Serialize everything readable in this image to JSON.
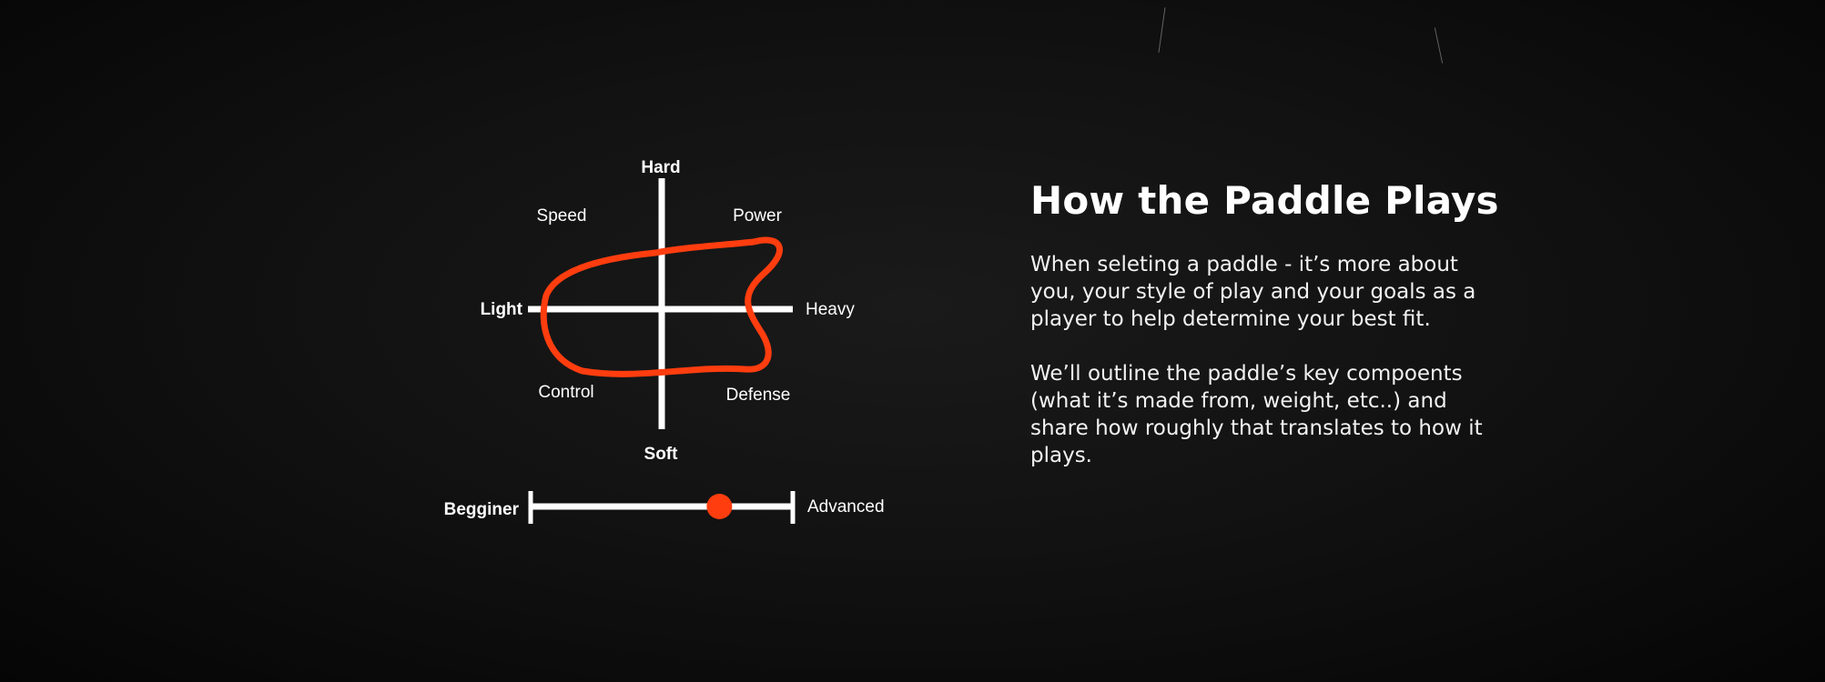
{
  "diagram": {
    "axes": {
      "top": "Hard",
      "bottom": "Soft",
      "left": "Light",
      "right": "Heavy"
    },
    "quadrants": {
      "top_left": "Speed",
      "top_right": "Power",
      "bottom_left": "Control",
      "bottom_right": "Defense"
    },
    "level_slider": {
      "min_label": "Begginer",
      "max_label": "Advanced",
      "value": 0.72
    },
    "colors": {
      "accent": "#ff3d0f",
      "lines": "#ffffff",
      "background": "#111111"
    }
  },
  "content": {
    "heading": "How the Paddle Plays",
    "paragraph_1": "When seleting a paddle - it’s more about you, your style of play and your goals as a player to help determine your best fit.",
    "paragraph_2": "We’ll outline the paddle’s key compoents (what it’s made from, weight, etc..) and share how roughly that translates to how it plays."
  }
}
